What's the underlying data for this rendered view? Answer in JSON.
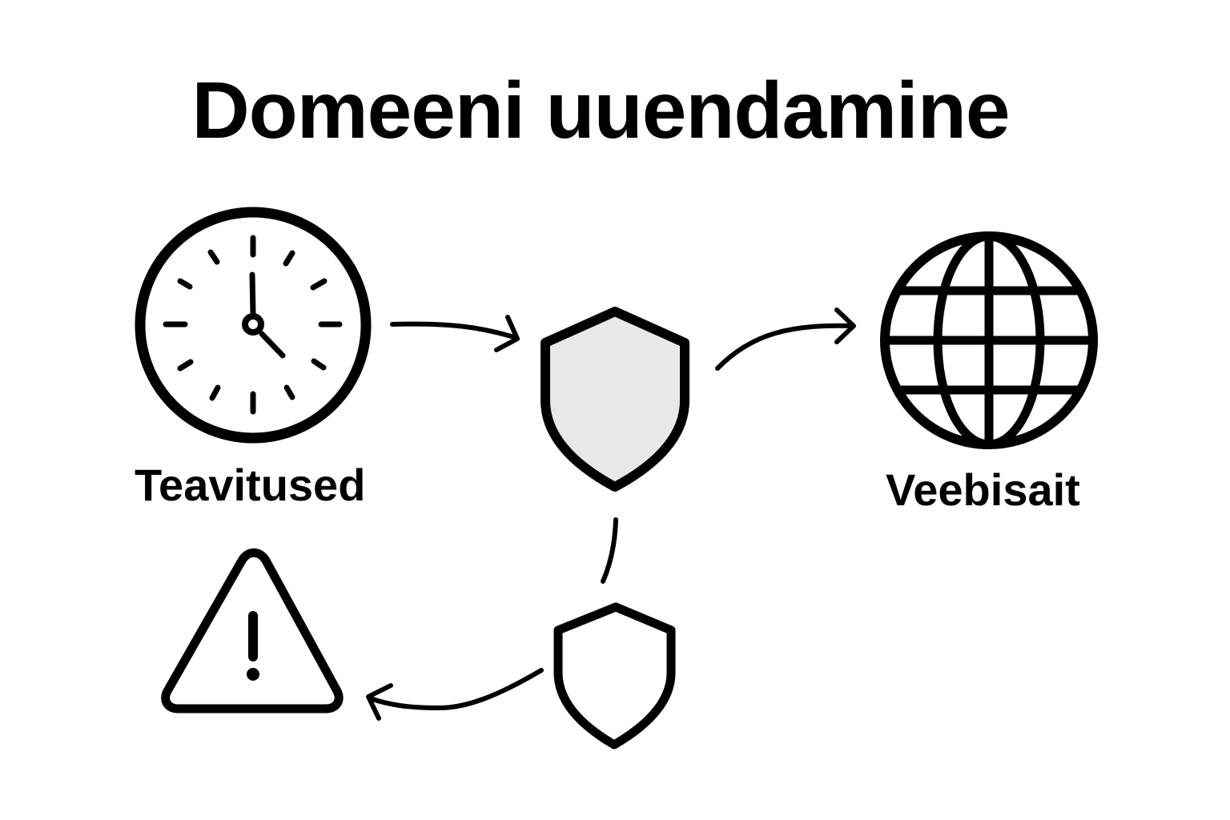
{
  "title": "Domeeni uuendamine",
  "nodes": {
    "notifications": {
      "label": "Teavitused",
      "icon": "clock-icon"
    },
    "primary_shield": {
      "label": "",
      "icon": "shield-icon",
      "fill": "#e8e8e8"
    },
    "website": {
      "label": "Veebisait",
      "icon": "globe-icon"
    },
    "secondary_shield": {
      "label": "",
      "icon": "shield-outline-icon"
    },
    "warning": {
      "label": "",
      "icon": "warning-triangle-icon"
    }
  },
  "edges": [
    {
      "from": "notifications",
      "to": "primary_shield",
      "style": "arrow"
    },
    {
      "from": "primary_shield",
      "to": "website",
      "style": "arrow"
    },
    {
      "from": "primary_shield",
      "to": "secondary_shield",
      "style": "line"
    },
    {
      "from": "secondary_shield",
      "to": "warning",
      "style": "arrow"
    }
  ],
  "colors": {
    "stroke": "#000000",
    "background": "#ffffff",
    "shield_fill": "#e8e8e8"
  }
}
